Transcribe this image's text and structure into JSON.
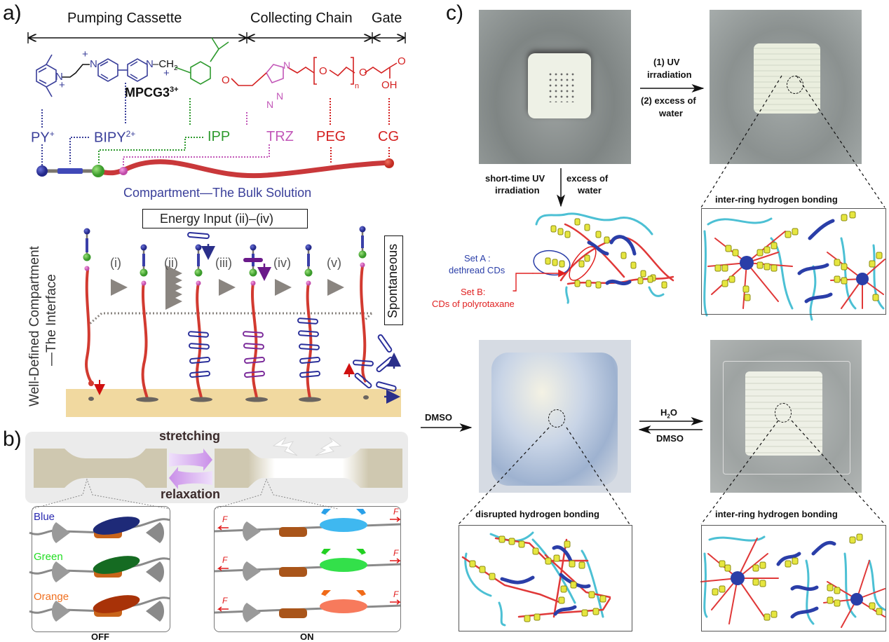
{
  "panels": {
    "a": {
      "label": "a)",
      "sections": [
        "Pumping Cassette",
        "Collecting Chain",
        "Gate"
      ],
      "molecule_name": "MPCG3",
      "molecule_charge": "3+",
      "chem": {
        "ch2": "CH",
        "ch2_sub": "2",
        "o1": "O",
        "o2": "O",
        "o3": "O",
        "o4": "O",
        "oh": "OH",
        "n_sub": "n",
        "n_py": "N",
        "n_bipy1": "N",
        "n_bipy2": "N",
        "n_trz1": "N",
        "n_trz2": "N",
        "n_trz3": "N",
        "plus": "+"
      },
      "components": [
        {
          "name": "PY",
          "sup": "+",
          "color": "#3a3f9a"
        },
        {
          "name": "BIPY",
          "sup": "2+",
          "color": "#3a3f9a"
        },
        {
          "name": "IPP",
          "sup": "",
          "color": "#2e9a2e"
        },
        {
          "name": "TRZ",
          "sup": "",
          "color": "#c257b8"
        },
        {
          "name": "PEG",
          "sup": "",
          "color": "#d42020"
        },
        {
          "name": "CG",
          "sup": "",
          "color": "#d42020"
        }
      ],
      "bulk_label": "Compartment—The Bulk Solution",
      "energy_label": "Energy Input (ii)–(iv)",
      "interface_label_1": "Well-Defined Compartment",
      "interface_label_2": "—The Interface",
      "steps": [
        "(i)",
        "(ii)",
        "(iii)",
        "(iv)",
        "(v)"
      ],
      "spontaneous_label": "Spontaneous"
    },
    "b": {
      "label": "b)",
      "stretching_label": "stretching",
      "relaxation_label": "relaxation",
      "off_colors": [
        {
          "name": "Blue",
          "color": "#2a2ab0",
          "ring": "#1e2a78"
        },
        {
          "name": "Green",
          "color": "#22dd22",
          "ring": "#156b22"
        },
        {
          "name": "Orange",
          "color": "#f07020",
          "ring": "#a83208"
        }
      ],
      "on_colors": [
        "#3fb8f0",
        "#33e04a",
        "#f77a5c"
      ],
      "on_arrow_colors": [
        "#2aa0e8",
        "#22d022",
        "#f06a18"
      ],
      "force_label": "F",
      "off_label": "OFF",
      "on_label": "ON"
    },
    "c": {
      "label": "c)",
      "step1_line1": "(1) UV",
      "step1_line2": "irradiation",
      "step1_line3": "(2) excess of",
      "step1_line4": "water",
      "short_uv_1": "short-time UV",
      "short_uv_2": "irradiation",
      "excess_1": "excess of",
      "excess_2": "water",
      "set_a_1": "Set A :",
      "set_a_2": "dethread CDs",
      "set_b_1": "Set B:",
      "set_b_2": "CDs of polyrotaxane",
      "inter_ring_top": "inter-ring hydrogen bonding",
      "dmso_left": "DMSO",
      "h2o_main": "H",
      "h2o_sub": "2",
      "h2o_end": "O",
      "dmso_back": "DMSO",
      "disrupted": "disrupted hydrogen bonding",
      "inter_ring_bottom": "inter-ring hydrogen bonding"
    }
  }
}
